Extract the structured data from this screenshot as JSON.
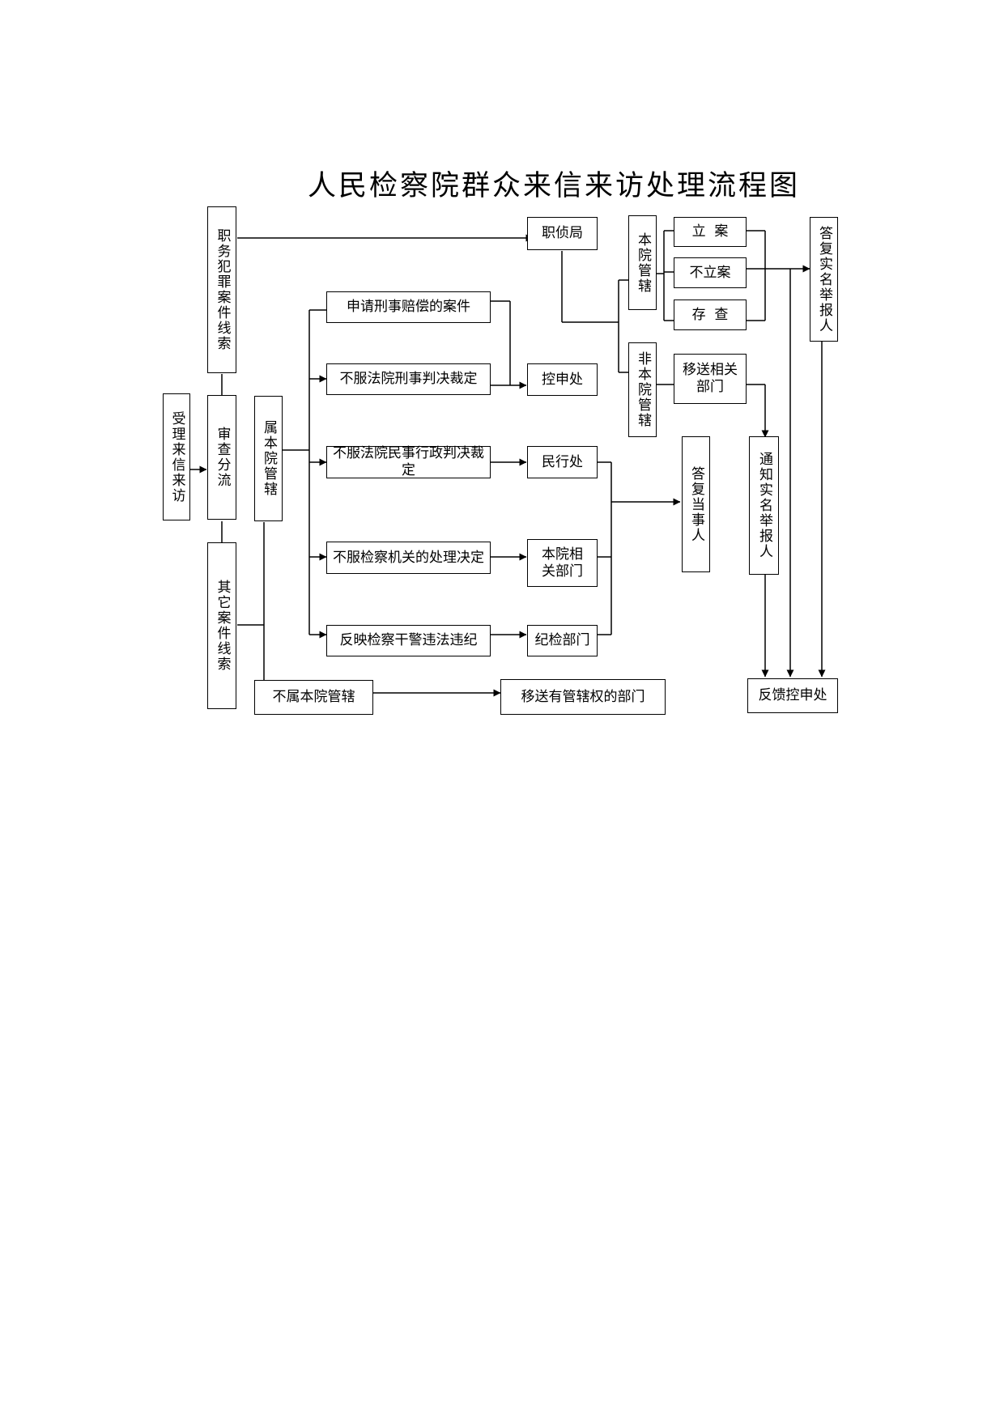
{
  "title": "人民检察院群众来信来访处理流程图",
  "boxes": {
    "shouli": "受理来信来访",
    "shencha": "审查分流",
    "zhiwu": "职务犯罪案件线索",
    "qita": "其它案件线索",
    "shubenyuan": "属本院管辖",
    "bushubenyuan": "不属本院管辖",
    "yisong_youguan": "移送有管辖权的部门",
    "shenqing_peichang": "申请刑事赔偿的案件",
    "bufu_xingshi": "不服法院刑事判决裁定",
    "bufu_minshi": "不服法院民事行政判决裁定",
    "bufu_jiancha": "不服检察机关的处理决定",
    "fanying": "反映检察干警违法违纪",
    "zhenchaju": "职侦局",
    "konshenchu": "控申处",
    "minxingchu": "民行处",
    "benyuan_xiangguan": "本院相关部门",
    "jijian": "纪检部门",
    "benyuan_guanxia": "本院管辖",
    "feibenyuan_guanxia": "非本院管辖",
    "lian": "立  案",
    "bulian": "不立案",
    "cuncha": "存  查",
    "yisong_xiangguan": "移送相关部门",
    "dafu_shiming": "答复实名举报人",
    "dafu_dangshiren": "答复当事人",
    "tongzhi_shiming": "通知实名举报人",
    "fankui": "反馈控申处"
  }
}
